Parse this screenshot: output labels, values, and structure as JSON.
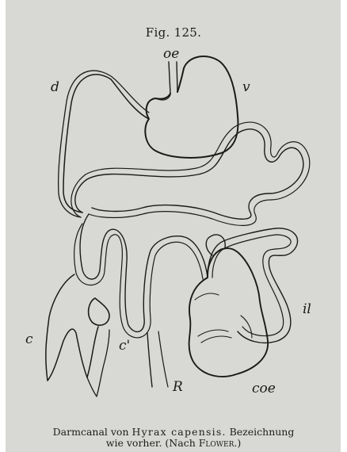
{
  "figure": {
    "title": "Fig. 125."
  },
  "labels": {
    "oe": "oe",
    "v": "v",
    "d": "d",
    "c": "c",
    "c_prime": "c'",
    "r": "R",
    "coe": "coe",
    "il": "il"
  },
  "caption": {
    "line1_pre": "Darmcanal von ",
    "species": "Hyrax capensis.",
    "line1_post": " Bezeichnung",
    "line2_pre": "wie vorher. (Nach ",
    "author": "Flower",
    "line2_post": ".)"
  },
  "colors": {
    "background": "#d8d8d4",
    "ink": "#1a1a1a"
  }
}
